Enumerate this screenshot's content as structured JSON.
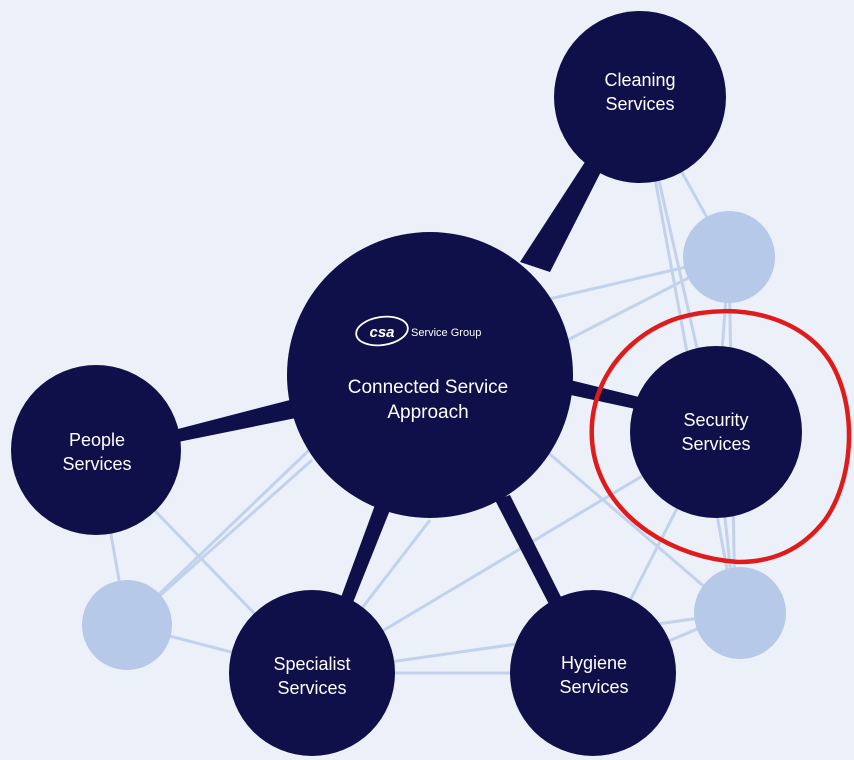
{
  "colors": {
    "background": "#ebf0f9",
    "node_fill": "#0f0f4a",
    "satellite_fill": "#b6c9e8",
    "web_line": "#c2d2ec",
    "highlight": "#e01b1b"
  },
  "hub": {
    "logo_text": "csa",
    "brand_text": "Service Group",
    "title_line1": "Connected Service",
    "title_line2": "Approach"
  },
  "services": {
    "cleaning": {
      "line1": "Cleaning",
      "line2": "Services"
    },
    "people": {
      "line1": "People",
      "line2": "Services"
    },
    "security": {
      "line1": "Security",
      "line2": "Services"
    },
    "specialist": {
      "line1": "Specialist",
      "line2": "Services"
    },
    "hygiene": {
      "line1": "Hygiene",
      "line2": "Services"
    }
  },
  "annotation": {
    "highlighted_node": "Security Services",
    "shape": "hand-drawn-circle"
  }
}
